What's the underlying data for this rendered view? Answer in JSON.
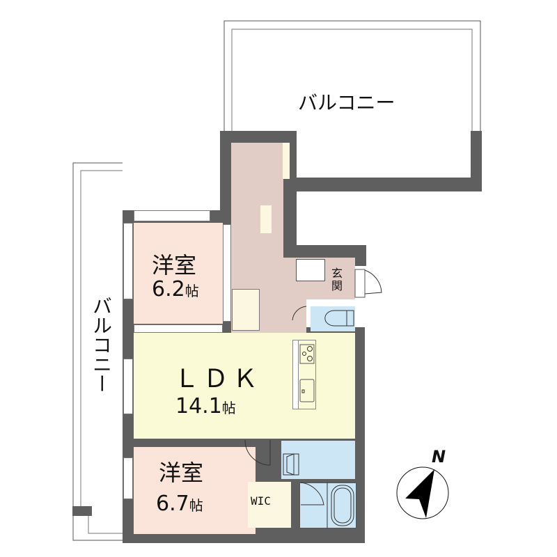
{
  "plan": {
    "rooms": [
      {
        "id": "western-room-1",
        "name": "洋室",
        "size": "6.2",
        "unit": "帖"
      },
      {
        "id": "ldk",
        "name": "ＬＤＫ",
        "size": "14.1",
        "unit": "帖"
      },
      {
        "id": "western-room-2",
        "name": "洋室",
        "size": "6.7",
        "unit": "帖"
      }
    ],
    "entrance": "玄関",
    "wic": "WIC",
    "balcony_top": "バルコニー",
    "balcony_left": "バルコニー",
    "compass": "N"
  },
  "colors": {
    "wall": "#5f5f5f",
    "western_room": "#fbe5da",
    "ldk": "#fafad6",
    "hall": "#e2cdc6",
    "wet": "#cde6f5",
    "storage": "#fbf7e1"
  }
}
